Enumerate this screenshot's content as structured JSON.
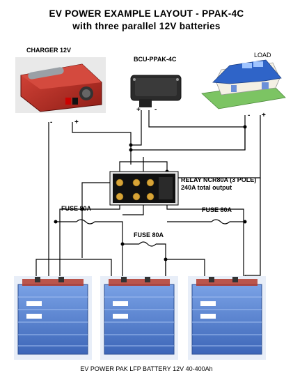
{
  "title_line1": "EV POWER EXAMPLE LAYOUT - PPAK-4C",
  "title_line2": "with three parallel 12V batteries",
  "charger": {
    "label": "CHARGER 12V",
    "neg": "-",
    "pos": "+"
  },
  "bcu": {
    "label": "BCU-PPAK-4C",
    "pos": "+",
    "neg": "-"
  },
  "load": {
    "label": "LOAD",
    "neg": "-",
    "pos": "+"
  },
  "relay": {
    "label_line1": "RELAY NCR80A (3 POLE)",
    "label_line2": "240A total output"
  },
  "fuses": {
    "left": "FUSE 80A",
    "middle": "FUSE 80A",
    "right": "FUSE 80A"
  },
  "battery_caption": "EV POWER PAK LFP BATTERY 12V 40-400Ah",
  "colors": {
    "charger_red": "#c0322a",
    "battery_blue": "#4f7fd0",
    "roof_blue": "#2f64c8",
    "grass": "#7cc463"
  }
}
